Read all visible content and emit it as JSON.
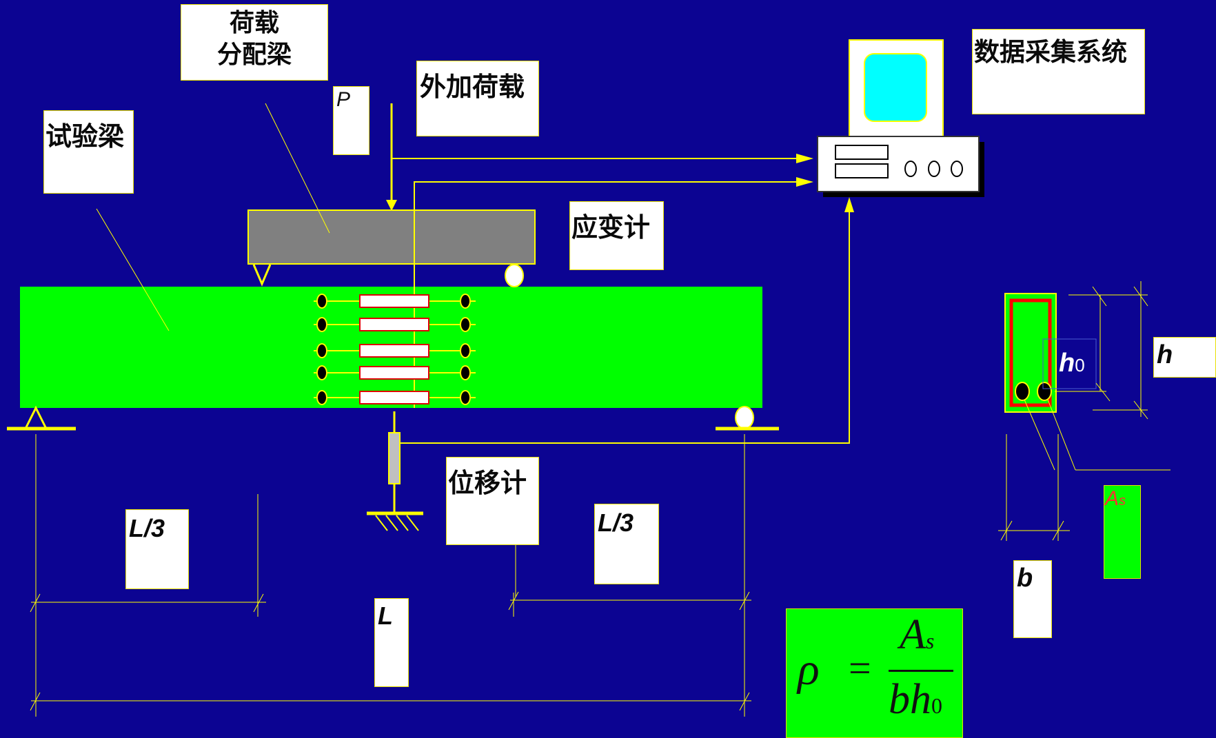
{
  "labels": {
    "load_distribution_beam": [
      "荷载",
      "分配梁"
    ],
    "load_symbol": "P",
    "applied_load": "外加荷载",
    "test_beam": "试验梁",
    "data_acquisition": "数据采集系统",
    "strain_gauge": "应变计",
    "displacement_gauge": "位移计",
    "third_span_left": "L/3",
    "third_span_right": "L/3",
    "span": "L",
    "section_height": "h",
    "section_width": "b",
    "effective_depth": "h0",
    "steel_area": "As"
  },
  "formula": {
    "rho": "ρ",
    "equals": "=",
    "numerator": "A",
    "numerator_sub": "s",
    "denominator": "bh",
    "denominator_sub": "0"
  },
  "colors": {
    "background": "#0c0492",
    "beam": "#00ff00",
    "lines": "#ffff00",
    "distribution_beam": "#808080",
    "monitor_screen": "#00ffff",
    "rebar_cage": "#ff0000"
  }
}
